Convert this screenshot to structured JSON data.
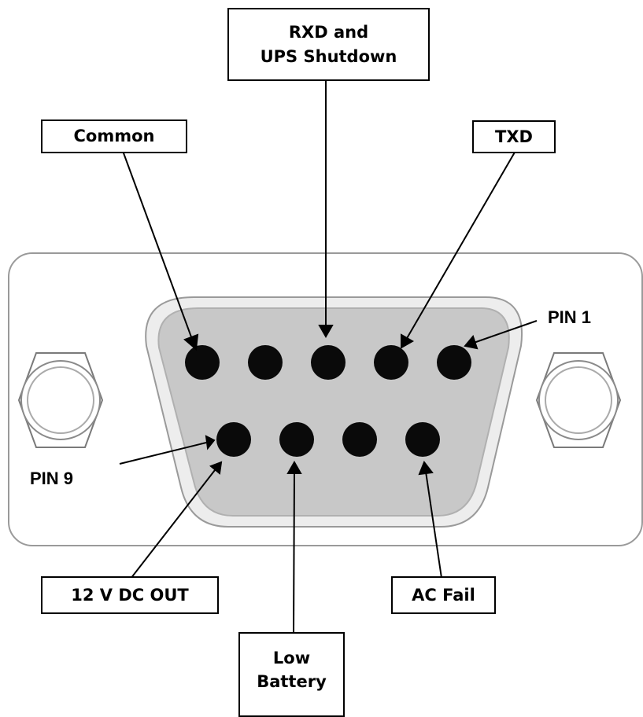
{
  "labels": {
    "rxd_line1": "RXD and",
    "rxd_line2": "UPS Shutdown",
    "common": "Common",
    "txd": "TXD",
    "pin1": "PIN 1",
    "pin9": "PIN 9",
    "dc_out": "12 V DC OUT",
    "ac_fail": "AC Fail",
    "low_line1": "Low",
    "low_line2": "Battery"
  },
  "colors": {
    "line": "#000000",
    "pin": "#0a0a0a",
    "shell_fill": "#c8c8c8",
    "plate_fill": "#ffffff",
    "plate_stroke": "#9a9a9a"
  }
}
